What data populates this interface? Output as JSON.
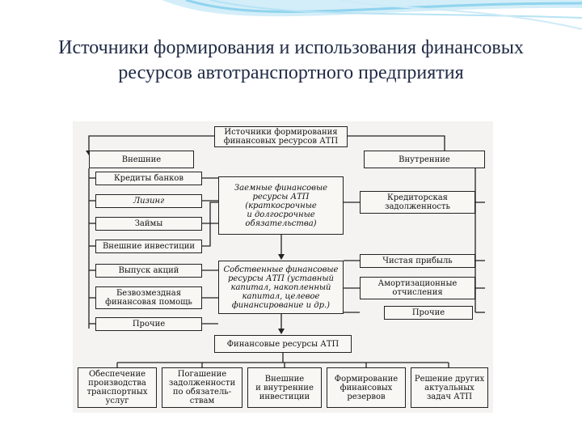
{
  "title": "Источники формирования и использования финансовых ресурсов автотранспортного предприятия",
  "colors": {
    "title": "#1f2a44",
    "wave": "#8fd3ee",
    "line": "#222222"
  },
  "diagram": {
    "root": "Источники формирования\nфинансовых ресурсов АТП",
    "external": "Внешние",
    "internal": "Внутренние",
    "left_items": [
      "Кредиты банков",
      "Лизинг",
      "Займы",
      "Внешние инвестиции",
      "Выпуск акций",
      "Безвозмездная\nфинансовая помощь",
      "Прочие"
    ],
    "borrowed": "Заемные финансовые\nресурсы АТП\n(краткосрочные\nи долгосрочные\nобязательства)",
    "own": "Собственные финансовые\nресурсы АТП (уставный\nкапитал, накопленный\nкапитал, целевое\nфинансирование и др.)",
    "right_items": [
      "Кредиторская\nзадолженность",
      "Чистая прибыль",
      "Амортизационные\nотчисления",
      "Прочие"
    ],
    "total": "Финансовые ресурсы АТП",
    "uses": [
      "Обеспечение\nпроизводства\nтранспортных\nуслуг",
      "Погашение\nзадолженности\nпо обязатель-\nствам",
      "Внешние\nи внутренние\nинвестиции",
      "Формирование\nфинансовых\nрезервов",
      "Решение других\nактуальных\nзадач АТП"
    ]
  }
}
